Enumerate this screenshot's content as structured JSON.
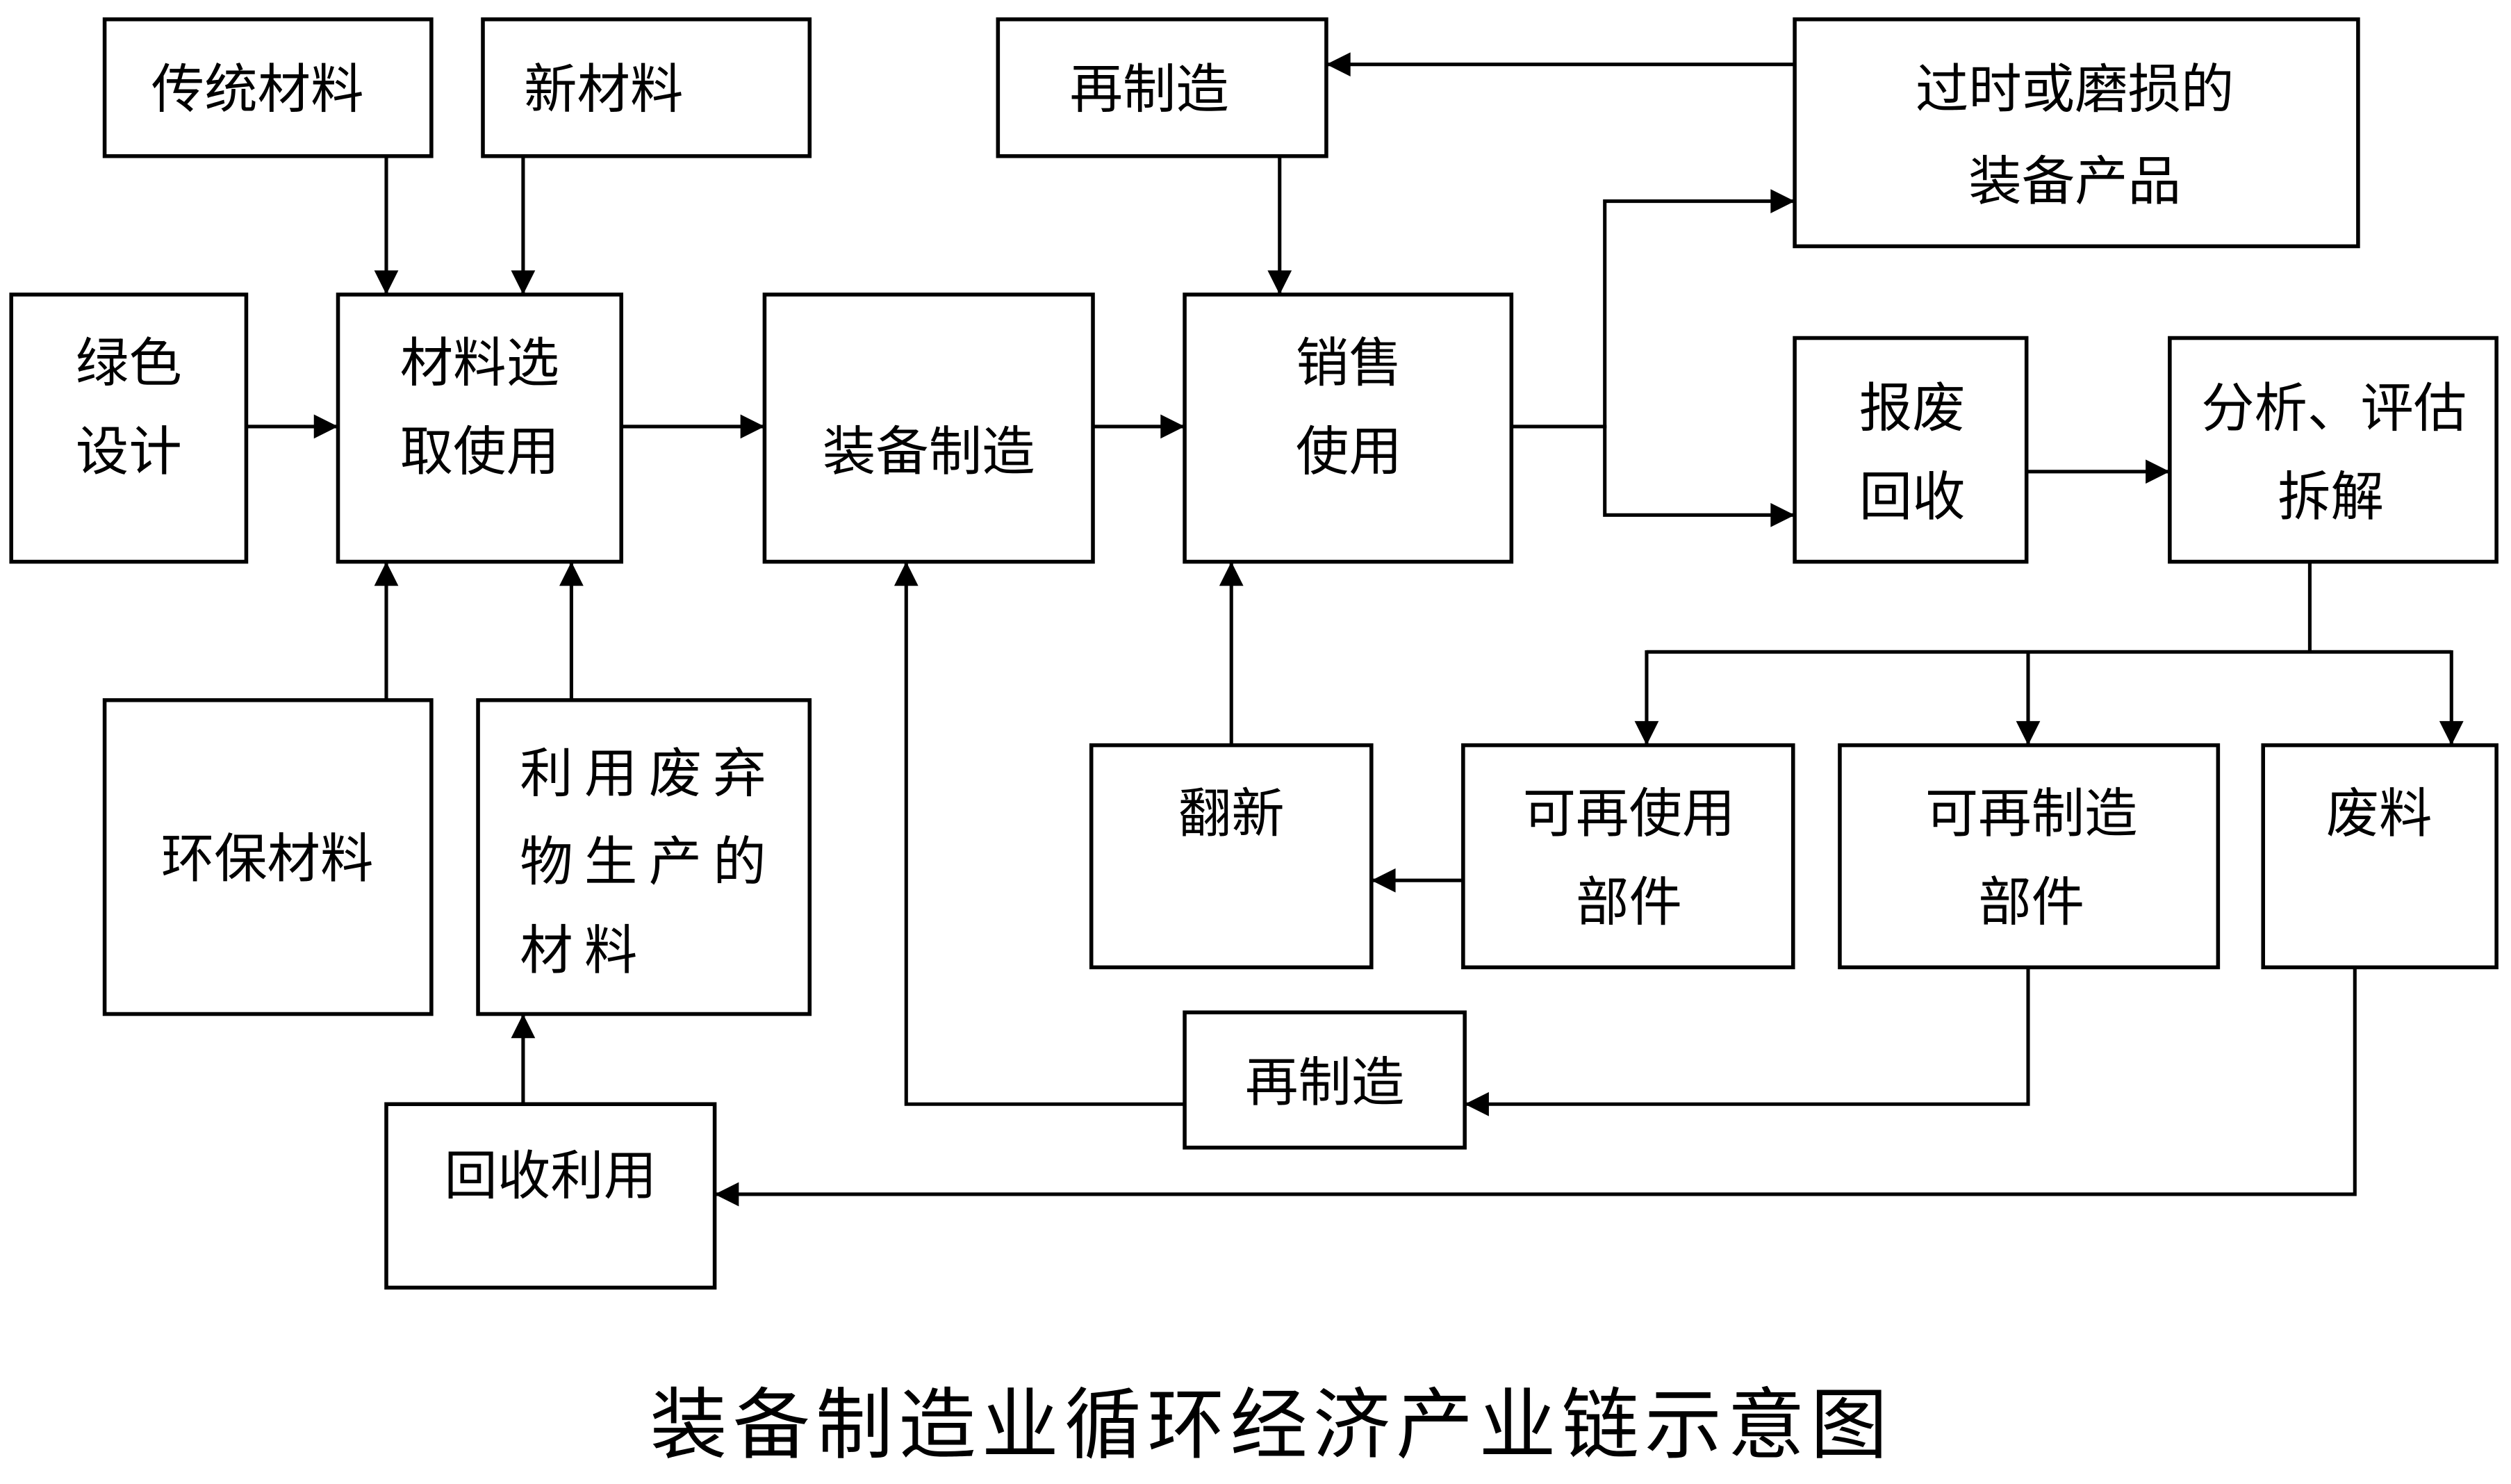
{
  "colors": {
    "stroke": "#000000",
    "fill": "#ffffff",
    "text": "#000000"
  },
  "nodes": {
    "traditional_materials": {
      "lines": [
        "传统材料"
      ]
    },
    "new_materials": {
      "lines": [
        "新材料"
      ]
    },
    "remanufacture_top": {
      "lines": [
        "再制造"
      ]
    },
    "obsolete_products": {
      "lines": [
        "过时或磨损的",
        "装备产品"
      ]
    },
    "green_design": {
      "lines": [
        "绿色",
        "设计"
      ]
    },
    "material_selection": {
      "lines": [
        "材料选",
        "取使用"
      ]
    },
    "equipment_manufacturing": {
      "lines": [
        "装备制造"
      ]
    },
    "sales_use": {
      "lines": [
        "销售",
        "使用"
      ]
    },
    "scrap_recycling": {
      "lines": [
        "报废",
        "回收"
      ]
    },
    "analysis_disassembly": {
      "lines": [
        "分析、评估",
        "拆解"
      ]
    },
    "eco_materials": {
      "lines": [
        "环保材料"
      ]
    },
    "waste_derived_materials": {
      "lines": [
        "利用废弃",
        "物生产的",
        "材料"
      ]
    },
    "refurbish": {
      "lines": [
        "翻新"
      ]
    },
    "reusable_parts": {
      "lines": [
        "可再使用",
        "部件"
      ]
    },
    "remanufacturable_parts": {
      "lines": [
        "可再制造",
        "部件"
      ]
    },
    "waste": {
      "lines": [
        "废料"
      ]
    },
    "remanufacture_bottom": {
      "lines": [
        "再制造"
      ]
    },
    "recycling_reuse": {
      "lines": [
        "回收利用"
      ]
    }
  },
  "caption": "装备制造业循环经济产业链示意图"
}
